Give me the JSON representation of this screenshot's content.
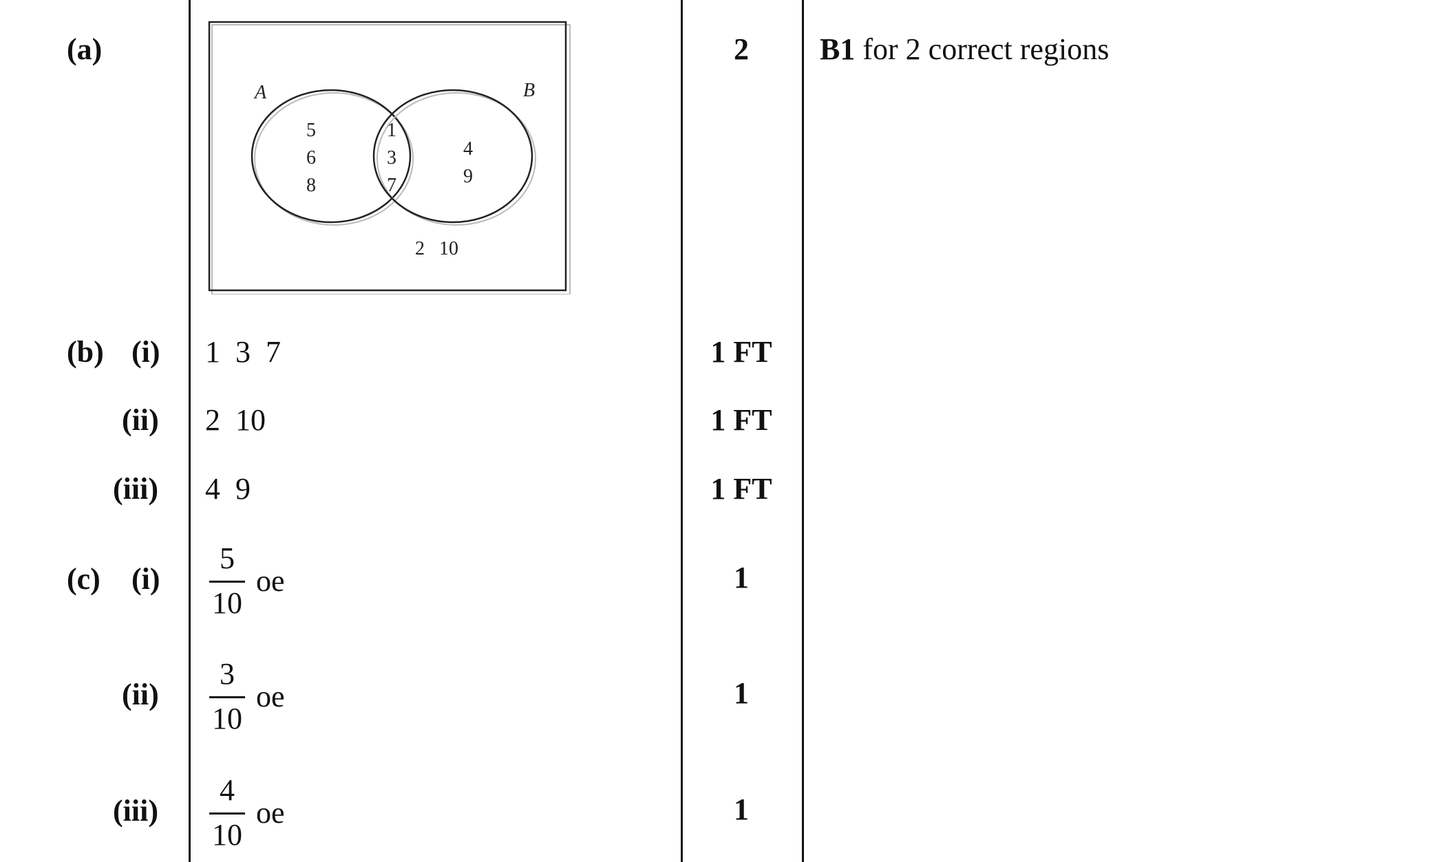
{
  "part_a": {
    "label": "(a)",
    "venn": {
      "set_a_label": "A",
      "set_b_label": "B",
      "only_a": [
        "5",
        "6",
        "8"
      ],
      "both": [
        "1",
        "3",
        "7"
      ],
      "only_b": [
        "4",
        "9"
      ],
      "outside": "2   10"
    },
    "mark": "2",
    "guidance_bold": "B1",
    "guidance_text": " for 2 correct regions"
  },
  "part_b": {
    "label": "(b)",
    "rows": [
      {
        "sub": "(i)",
        "answer": "1  3  7",
        "mark": "1 FT"
      },
      {
        "sub": "(ii)",
        "answer": "2  10",
        "mark": "1 FT"
      },
      {
        "sub": "(iii)",
        "answer": "4  9",
        "mark": "1 FT"
      }
    ]
  },
  "part_c": {
    "label": "(c)",
    "rows": [
      {
        "sub": "(i)",
        "numerator": "5",
        "denominator": "10",
        "suffix": "oe",
        "mark": "1"
      },
      {
        "sub": "(ii)",
        "numerator": "3",
        "denominator": "10",
        "suffix": "oe",
        "mark": "1"
      },
      {
        "sub": "(iii)",
        "numerator": "4",
        "denominator": "10",
        "suffix": "oe",
        "mark": "1"
      }
    ]
  }
}
